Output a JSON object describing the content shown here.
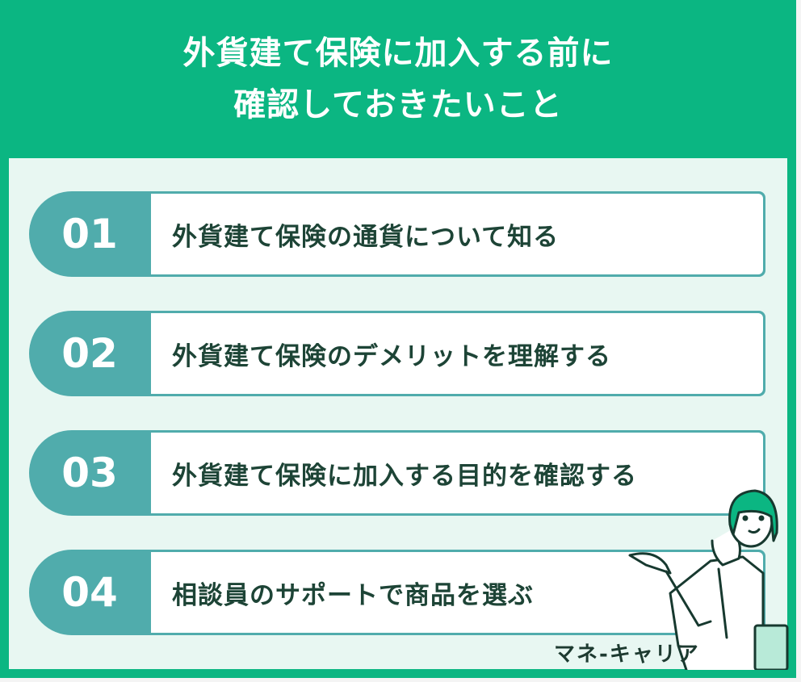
{
  "header": {
    "title_line1": "外貨建て保険に加入する前に",
    "title_line2": "確認しておきたいこと"
  },
  "items": [
    {
      "number": "01",
      "text": "外貨建て保険の通貨について知る"
    },
    {
      "number": "02",
      "text": "外貨建て保険のデメリットを理解する"
    },
    {
      "number": "03",
      "text": "外貨建て保険に加入する目的を確認する"
    },
    {
      "number": "04",
      "text": "相談員のサポートで商品を選ぶ"
    }
  ],
  "brand": "マネ-キャリア",
  "colors": {
    "green": "#0bb682",
    "teal": "#50acac",
    "bg": "#e8f7f2",
    "text": "#1d4436"
  }
}
